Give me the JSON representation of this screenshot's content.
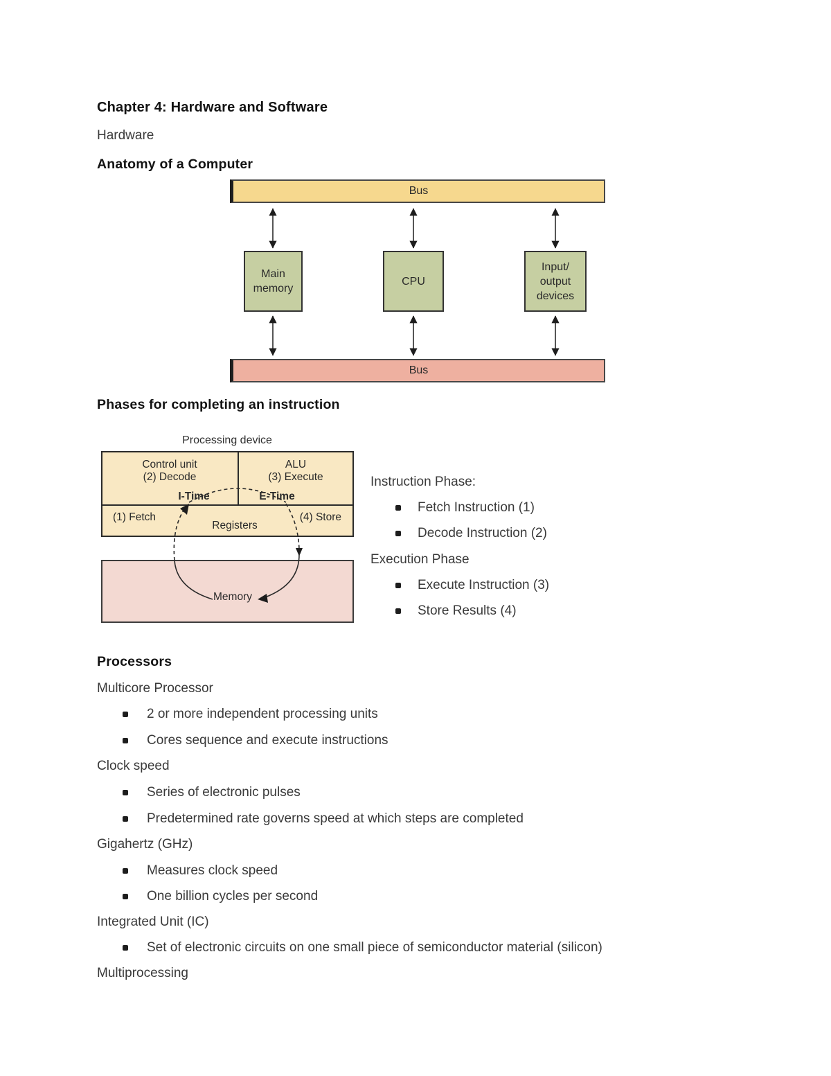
{
  "doc": {
    "title": "Chapter 4: Hardware and Software",
    "intro": "Hardware",
    "sections": {
      "anatomy": "Anatomy of a Computer",
      "phases": "Phases for completing an instruction",
      "processors": "Processors"
    }
  },
  "anatomy_diagram": {
    "bus_top": "Bus",
    "bus_bottom": "Bus",
    "main_memory": [
      "Main",
      "memory"
    ],
    "cpu": "CPU",
    "io": [
      "Input/",
      "output",
      "devices"
    ],
    "colors": {
      "bus_top": "#f6d88e",
      "bus_bottom": "#eeb0a0",
      "device_box": "#c6cfa2"
    }
  },
  "cycle_diagram": {
    "caption": "Processing device",
    "control_unit": "Control unit",
    "decode": "(2) Decode",
    "alu": "ALU",
    "execute": "(3) Execute",
    "i_time": "I-Time",
    "e_time": "E-Time",
    "fetch": "(1) Fetch",
    "registers": "Registers",
    "store": "(4) Store",
    "memory": "Memory",
    "colors": {
      "device": "#f9e8c3",
      "memory": "#f3d9d2"
    }
  },
  "phase_notes": {
    "instruction_heading": "Instruction Phase:",
    "instruction_items": [
      "Fetch Instruction (1)",
      "Decode Instruction (2)"
    ],
    "execution_heading": "Execution Phase",
    "execution_items": [
      "Execute Instruction (3)",
      "Store Results (4)"
    ]
  },
  "processor_notes": [
    {
      "label": "Multicore Processor",
      "items": [
        "2 or more independent processing units",
        "Cores sequence and execute instructions"
      ]
    },
    {
      "label": "Clock speed",
      "items": [
        "Series of electronic pulses",
        "Predetermined rate governs speed at which steps are completed"
      ]
    },
    {
      "label": "Gigahertz (GHz)",
      "items": [
        "Measures clock speed",
        "One billion cycles per second"
      ]
    },
    {
      "label": "Integrated Unit (IC)",
      "items": [
        "Set of electronic circuits on one small piece of semiconductor material (silicon)"
      ]
    },
    {
      "label": "Multiprocessing",
      "items": []
    }
  ]
}
